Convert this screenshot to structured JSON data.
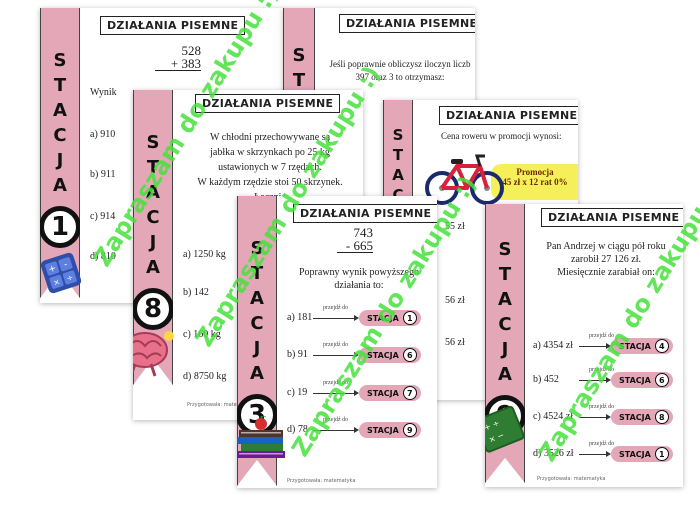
{
  "brand": {
    "ribbon_color": "#e4a7b8",
    "watermark_color": "#46e13c"
  },
  "watermark": {
    "text": "Zapraszam do zakupu :)"
  },
  "common": {
    "title": "DZIAŁANIA PISEMNE",
    "station_letters": [
      "S",
      "T",
      "A",
      "C",
      "J",
      "A"
    ],
    "footer": "Przygotowała: matematyka",
    "goto_label": "przejdź do",
    "station_label": "STACJA"
  },
  "cards": {
    "c1": {
      "station": "1",
      "math": {
        "line1": "528",
        "line2": "+ 383"
      },
      "question": "Wynik",
      "options": [
        "a) 910",
        "b) 911",
        "c) 914",
        "d) 810"
      ]
    },
    "c2": {
      "question_l1": "Jeśli poprawnie obliczysz iloczyn liczb",
      "question_l2": "397 oraz 3 to otrzymasz:"
    },
    "c3": {
      "question": "Cena roweru w promocji wynosi:",
      "promo_title": "Promocja",
      "promo_text": "45 zł x 12 rat 0%",
      "opt_frag": [
        "55 zł",
        "56 zł",
        "56 zł"
      ]
    },
    "c4": {
      "station": "8",
      "q_l1": "W chłodni przechowywane są",
      "q_l2": "jabłka w skrzynkach po 25 kg",
      "q_l3": "ustawionych w 7 rzędach.",
      "q_l4": "W każdym rzędzie stoi 50 skrzynek.",
      "q_l5": "Łącznie",
      "options": [
        "a) 1250 kg",
        "b) 142",
        "c) 160 kg",
        "d) 8750 kg"
      ]
    },
    "c5": {
      "station": "3",
      "math": {
        "line1": "743",
        "line2": "- 665"
      },
      "q_l1": "Poprawny wynik powyższego",
      "q_l2": "działania to:",
      "options": [
        {
          "ans": "a) 181",
          "st": "1"
        },
        {
          "ans": "b) 91",
          "st": "6"
        },
        {
          "ans": "c) 19",
          "st": "7"
        },
        {
          "ans": "d) 78",
          "st": "9"
        }
      ]
    },
    "c6": {
      "station": "9",
      "q_l1": "Pan Andrzej w ciągu pół roku",
      "q_l2": "zarobił 27 126 zł.",
      "q_l3": "Miesięcznie zarabiał on:",
      "options": [
        {
          "ans": "a) 4354 zł",
          "st": "4"
        },
        {
          "ans": "b) 452",
          "st": "6"
        },
        {
          "ans": "c) 4524 zł",
          "st": "8"
        },
        {
          "ans": "d) 3526 zł",
          "st": "1"
        }
      ]
    }
  }
}
